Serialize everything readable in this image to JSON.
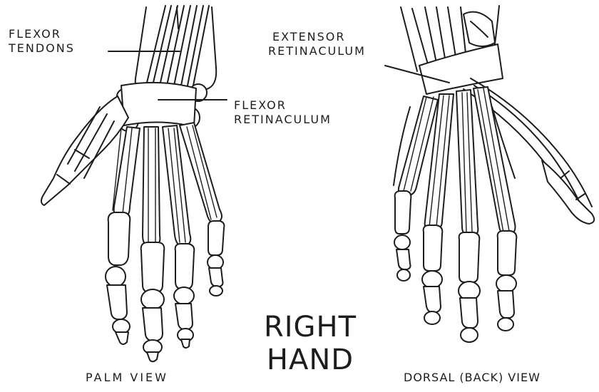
{
  "labels": {
    "flexor_tendons": [
      "FLEXOR",
      "TENDONS"
    ],
    "flexor_retinaculum": [
      "FLEXOR",
      "RETINACULUM"
    ],
    "extensor_retinaculum": [
      "EXTENSOR",
      "RETINACULUM"
    ]
  },
  "title": [
    "RIGHT",
    "HAND"
  ],
  "captions": {
    "palm": "PALM  VIEW",
    "dorsal": "DORSAL (BACK) VIEW"
  }
}
